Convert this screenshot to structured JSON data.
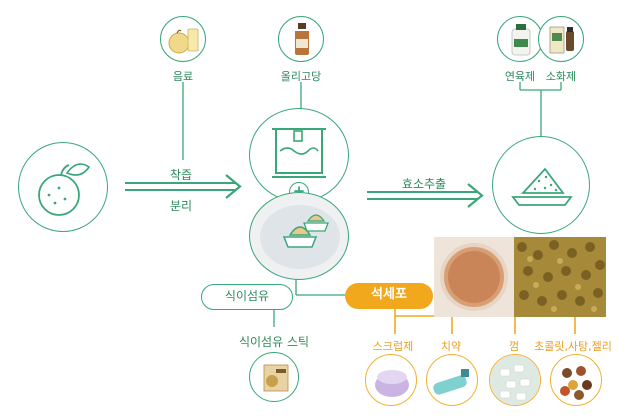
{
  "products_top_left": {
    "label": "음료"
  },
  "products_top_center": {
    "label": "올리고당"
  },
  "products_top_right": [
    {
      "label": "연육제"
    },
    {
      "label": "소화제"
    }
  ],
  "process": {
    "squeeze_label": "착즙",
    "separate_label": "분리",
    "enzyme_label": "효소추출"
  },
  "fiber": {
    "pill_label": "식이섬유",
    "product_label": "식이섬유 스틱"
  },
  "stone_cell": {
    "pill_label": "석세포",
    "products": [
      {
        "label": "스크럽제"
      },
      {
        "label": "치약"
      },
      {
        "label": "껌"
      },
      {
        "label": "초콜릿,사탕,젤리"
      }
    ]
  },
  "colors": {
    "green": "#3aa77a",
    "orange": "#f2a81d"
  }
}
